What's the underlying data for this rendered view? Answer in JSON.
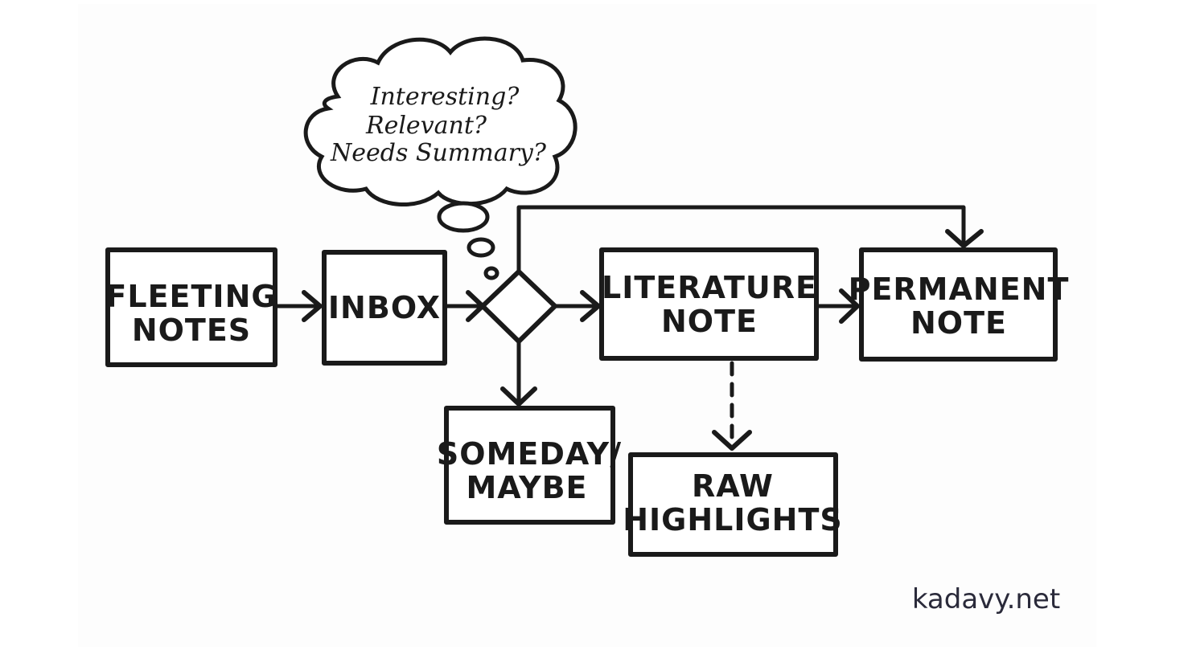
{
  "diagram": {
    "nodes": {
      "fleeting_notes": [
        "FLEETING",
        "NOTES"
      ],
      "inbox": [
        "INBOX"
      ],
      "literature_note": [
        "LITERATURE",
        "NOTE"
      ],
      "permanent_note": [
        "PERMANENT",
        "NOTE"
      ],
      "someday_maybe": [
        "SOMEDAY/",
        "MAYBE"
      ],
      "raw_highlights": [
        "RAW",
        "HIGHLIGHTS"
      ]
    },
    "decision_questions": [
      "Interesting?",
      "Relevant?",
      "Needs Summary?"
    ],
    "edges": [
      {
        "from": "fleeting_notes",
        "to": "inbox",
        "style": "solid"
      },
      {
        "from": "inbox",
        "to": "decision",
        "style": "solid"
      },
      {
        "from": "decision",
        "to": "literature_note",
        "style": "solid"
      },
      {
        "from": "decision",
        "to": "permanent_note",
        "style": "solid"
      },
      {
        "from": "decision",
        "to": "someday_maybe",
        "style": "solid"
      },
      {
        "from": "literature_note",
        "to": "permanent_note",
        "style": "solid"
      },
      {
        "from": "literature_note",
        "to": "raw_highlights",
        "style": "dashed"
      }
    ]
  },
  "credit": "kadavy.net"
}
